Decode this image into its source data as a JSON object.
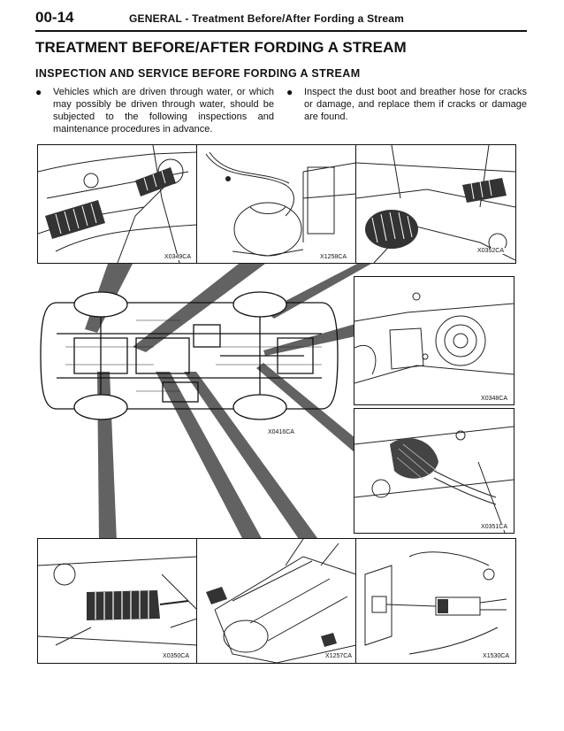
{
  "header": {
    "page_number": "00-14",
    "title": "GENERAL  -  Treatment Before/After Fording a Stream"
  },
  "main_title": "TREATMENT BEFORE/AFTER FORDING A STREAM",
  "section_title": "INSPECTION AND SERVICE BEFORE FORDING A STREAM",
  "bullets": [
    {
      "symbol": "●",
      "text": "Vehicles which are driven through water, or which may possibly be driven through water, should be subjected to the following inspections and maintenance procedures in advance."
    },
    {
      "symbol": "●",
      "text": "Inspect the dust boot and breather hose for cracks or damage, and replace them if cracks or damage are found."
    }
  ],
  "figures": {
    "top_left": "X0349CA",
    "top_middle": "X1258CA",
    "top_right": "X0352CA",
    "mid_right_1": "X0348CA",
    "mid_right_2": "X0351CA",
    "main": "X0416CA",
    "bottom_left": "X0350CA",
    "bottom_middle": "X1257CA",
    "bottom_right": "X1530CA"
  }
}
